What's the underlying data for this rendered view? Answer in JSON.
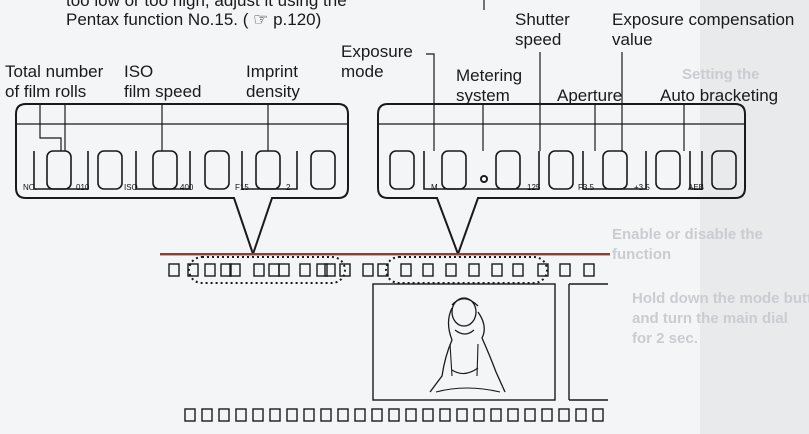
{
  "intro": {
    "line1": "too low or too high, adjust it using the",
    "line2": "Pentax function No.15. ( ☞ p.120)"
  },
  "callouts": {
    "total_film_rolls": [
      "Total number",
      "of film rolls"
    ],
    "iso_film_speed": [
      "ISO",
      "film speed"
    ],
    "imprint_density": [
      "Imprint",
      "density"
    ],
    "exposure_mode": [
      "Exposure",
      "mode"
    ],
    "metering_system": [
      "Metering",
      "system"
    ],
    "shutter_speed": [
      "Shutter",
      "speed"
    ],
    "exposure_compensation": [
      "Exposure compensation",
      "value"
    ],
    "aperture": "Aperture",
    "auto_bracketing": "Auto bracketing"
  },
  "left_strip": {
    "tiny_labels": [
      "NO.",
      "010",
      "ISO",
      "400",
      "F15",
      "2"
    ]
  },
  "right_strip": {
    "tiny_labels": [
      "M",
      "125",
      "F3.5",
      "+3.5",
      "AEB"
    ]
  },
  "background_text": [
    "Setting the",
    "Enable or disable the",
    "function",
    "Hold down the mode button",
    "and turn the main dial",
    "for 2 sec."
  ],
  "colors": {
    "film_edge": "#8a3f3a",
    "ink": "#1a1a1a",
    "background": "#f4f5f6"
  }
}
